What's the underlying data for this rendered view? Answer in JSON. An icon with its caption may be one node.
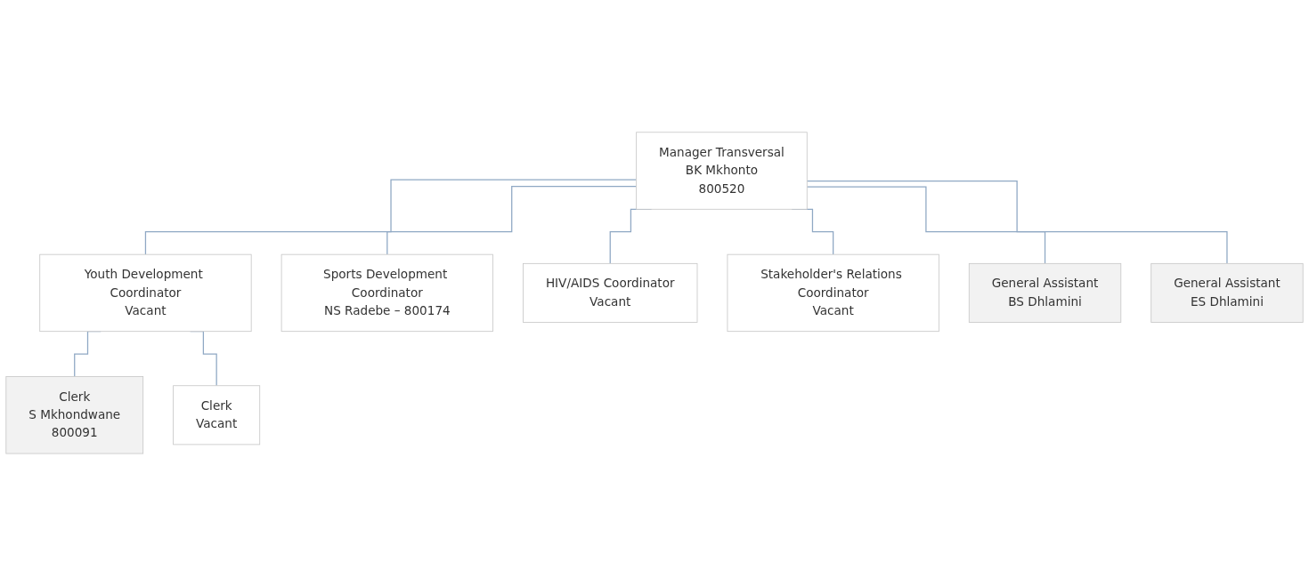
{
  "diagram": {
    "nodes": [
      {
        "text": [
          "Manager Transversal",
          "BK Mkhonto",
          "800520"
        ]
      },
      {
        "text": [
          "Youth Development Coordinator",
          "Vacant"
        ]
      },
      {
        "text": [
          "Sports Development Coordinator",
          "NS Radebe – 800174"
        ]
      },
      {
        "text": [
          "HIV/AIDS Coordinator",
          "Vacant"
        ]
      },
      {
        "text": [
          "Stakeholder's Relations Coordinator",
          "Vacant"
        ]
      },
      {
        "text": [
          "Clerk",
          "S Mkhondwane",
          "800091"
        ]
      },
      {
        "text": [
          "Clerk",
          "Vacant"
        ]
      },
      {
        "text": [
          "General Assistant",
          "BS Dhlamini"
        ]
      },
      {
        "text": [
          "General Assistant",
          "ES Dhlamini"
        ]
      }
    ],
    "edges": [
      {
        "from": 0,
        "to": 1,
        "arrow": "none"
      },
      {
        "from": 0,
        "to": 2,
        "arrow": "none"
      },
      {
        "from": 0,
        "to": 3,
        "arrow": "none"
      },
      {
        "from": 0,
        "to": 4,
        "arrow": "none"
      },
      {
        "from": 0,
        "to": 7,
        "arrow": "none"
      },
      {
        "from": 0,
        "to": 8,
        "arrow": "none"
      },
      {
        "from": 1,
        "to": 5,
        "arrow": "none"
      },
      {
        "from": 1,
        "to": 6,
        "arrow": "none"
      }
    ]
  }
}
